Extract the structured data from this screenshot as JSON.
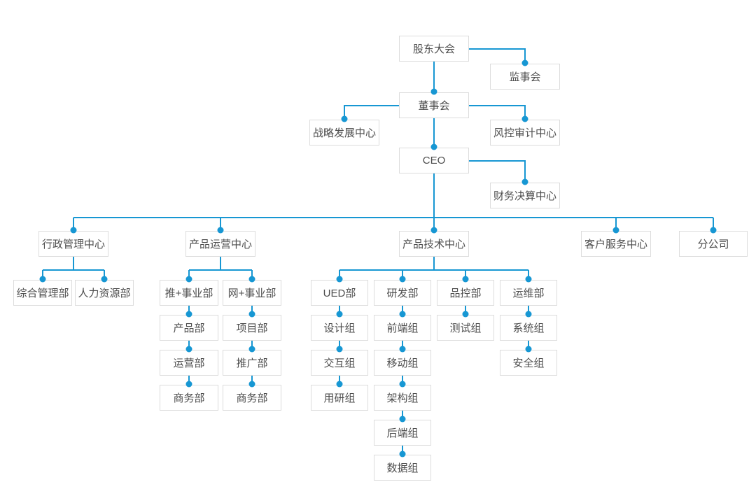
{
  "title": "",
  "colors": {
    "connector_line": "#1797d3",
    "connector_dot": "#1797d3",
    "node_border": "#dcdcdc",
    "node_background": "#ffffff",
    "node_text": "#4d4d4d",
    "page_background": "#ffffff"
  },
  "nodes": {
    "shareholders": {
      "label": "股东大会"
    },
    "supervisory": {
      "label": "监事会"
    },
    "board": {
      "label": "董事会"
    },
    "strategy": {
      "label": "战略发展中心"
    },
    "risk_audit": {
      "label": "风控审计中心"
    },
    "ceo": {
      "label": "CEO"
    },
    "finance": {
      "label": "财务决算中心"
    },
    "admin_center": {
      "label": "行政管理中心"
    },
    "ops_center": {
      "label": "产品运营中心"
    },
    "tech_center": {
      "label": "产品技术中心"
    },
    "customer_center": {
      "label": "客户服务中心"
    },
    "branch_company": {
      "label": "分公司"
    },
    "general_mgmt": {
      "label": "综合管理部"
    },
    "hr": {
      "label": "人力资源部"
    },
    "tui_division": {
      "label": "推+事业部"
    },
    "wang_division": {
      "label": "网+事业部"
    },
    "product_dept": {
      "label": "产品部"
    },
    "operations_dept": {
      "label": "运营部"
    },
    "business_dept_tui": {
      "label": "商务部"
    },
    "project_dept": {
      "label": "项目部"
    },
    "promotion_dept": {
      "label": "推广部"
    },
    "business_dept_wang": {
      "label": "商务部"
    },
    "ued_dept": {
      "label": "UED部"
    },
    "rnd_dept": {
      "label": "研发部"
    },
    "qc_dept": {
      "label": "品控部"
    },
    "om_dept": {
      "label": "运维部"
    },
    "design_group": {
      "label": "设计组"
    },
    "interaction_group": {
      "label": "交互组"
    },
    "user_research_group": {
      "label": "用研组"
    },
    "frontend_group": {
      "label": "前端组"
    },
    "mobile_group": {
      "label": "移动组"
    },
    "architecture_group": {
      "label": "架构组"
    },
    "backend_group": {
      "label": "后端组"
    },
    "data_group": {
      "label": "数据组"
    },
    "testing_group": {
      "label": "测试组"
    },
    "system_group": {
      "label": "系统组"
    },
    "security_group": {
      "label": "安全组"
    }
  },
  "hierarchy": {
    "股东大会": [
      "监事会",
      "董事会"
    ],
    "董事会": [
      "战略发展中心",
      "风控审计中心",
      "CEO"
    ],
    "CEO": [
      "财务决算中心",
      "行政管理中心",
      "产品运营中心",
      "产品技术中心",
      "客户服务中心",
      "分公司"
    ],
    "行政管理中心": [
      "综合管理部",
      "人力资源部"
    ],
    "产品运营中心": [
      "推+事业部",
      "网+事业部"
    ],
    "推+事业部": [
      "产品部",
      "运营部",
      "商务部"
    ],
    "网+事业部": [
      "项目部",
      "推广部",
      "商务部"
    ],
    "产品技术中心": [
      "UED部",
      "研发部",
      "品控部",
      "运维部"
    ],
    "UED部": [
      "设计组",
      "交互组",
      "用研组"
    ],
    "研发部": [
      "前端组",
      "移动组",
      "架构组",
      "后端组",
      "数据组"
    ],
    "品控部": [
      "测试组"
    ],
    "运维部": [
      "系统组",
      "安全组"
    ]
  }
}
